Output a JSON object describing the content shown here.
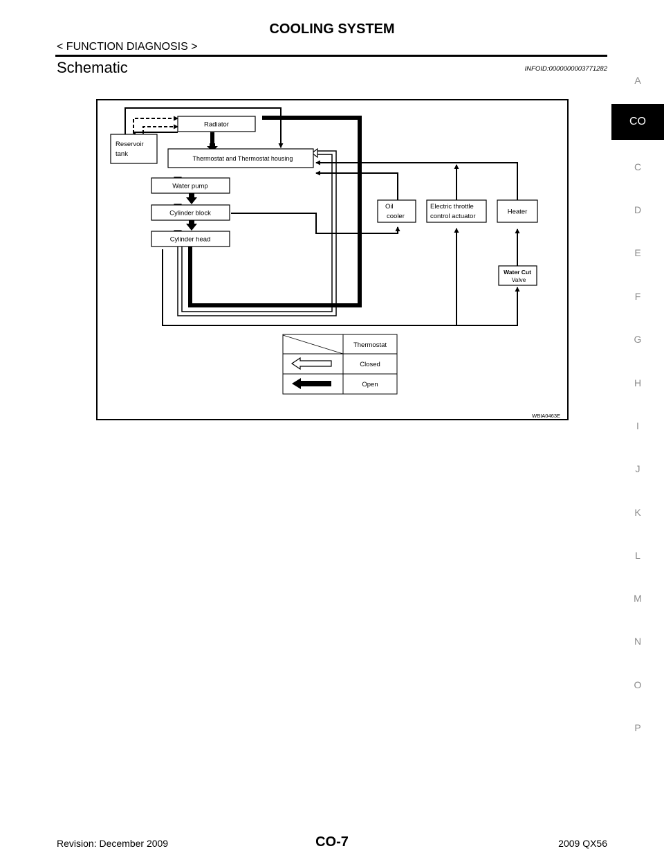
{
  "header": {
    "title": "COOLING SYSTEM",
    "subtitle": "< FUNCTION DIAGNOSIS >"
  },
  "section": {
    "title": "Schematic",
    "info_id": "INFOID:0000000003771282"
  },
  "diagram": {
    "nodes": {
      "radiator": "Radiator",
      "reservoir_1": "Reservoir",
      "reservoir_2": "tank",
      "thermostat_housing": "Thermostat and Thermostat housing",
      "water_pump": "Water pump",
      "cylinder_block": "Cylinder block",
      "cylinder_head": "Cylinder head",
      "oil_cooler_1": "Oil",
      "oil_cooler_2": "cooler",
      "throttle_1": "Electric throttle",
      "throttle_2": "control actuator",
      "heater": "Heater",
      "water_cut_1": "Water Cut",
      "water_cut_2": "Valve"
    },
    "legend": {
      "header": "Thermostat",
      "closed": "Closed",
      "open": "Open"
    },
    "figure_code": "WBIA0463E"
  },
  "side_index": {
    "letters": [
      "A",
      "CO",
      "C",
      "D",
      "E",
      "F",
      "G",
      "H",
      "I",
      "J",
      "K",
      "L",
      "M",
      "N",
      "O",
      "P"
    ],
    "active": "CO"
  },
  "footer": {
    "revision": "Revision: December 2009",
    "page": "CO-7",
    "model": "2009 QX56"
  }
}
